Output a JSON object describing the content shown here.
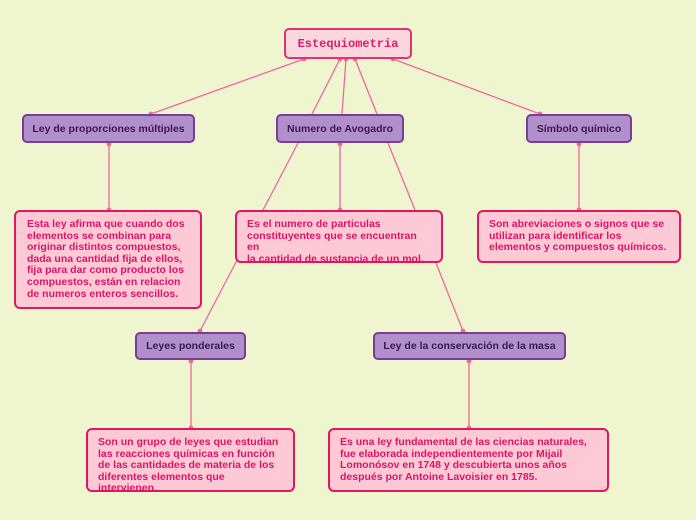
{
  "root": {
    "label": "Estequiometria"
  },
  "topics": {
    "proporciones": "Ley de proporciones múltiples",
    "avogadro": "Numero de Avogadro",
    "simbolo": "Símbolo químico",
    "ponderales": "Leyes ponderales",
    "conservacion": "Ley de la conservación de la masa"
  },
  "notes": {
    "proporciones": "Esta ley afirma que cuando dos\nelementos se combinan para\noriginar distintos compuestos,\ndada una cantidad fija de ellos,\nfija para dar como producto los\ncompuestos, están en relacion\nde numeros enteros sencillos.",
    "avogadro": "Es el numero de particulas\nconstituyentes que se encuentran en\nla cantidad de sustancia de un mol.",
    "simbolo": "Son abreviaciones o signos que se\nutilizan para identificar los\nelementos y compuestos químicos.",
    "ponderales": "Son un grupo de leyes que estudian\nlas reacciones químicas en función\nde las cantidades de materia de los\ndiferentes elementos que intervienen.",
    "conservacion": "Es una ley fundamental de las ciencias naturales,\nfue elaborada independientemente por Mijail\nLomonósov en 1748 y descubierta unos años\ndespués por Antoine Lavoisier en 1785."
  },
  "colors": {
    "background": "#eef5cf",
    "connector": "#ec6a98",
    "root_fill": "#fcd7e0",
    "topic_fill": "#b08fcc",
    "note_fill": "#fdc9d6"
  }
}
